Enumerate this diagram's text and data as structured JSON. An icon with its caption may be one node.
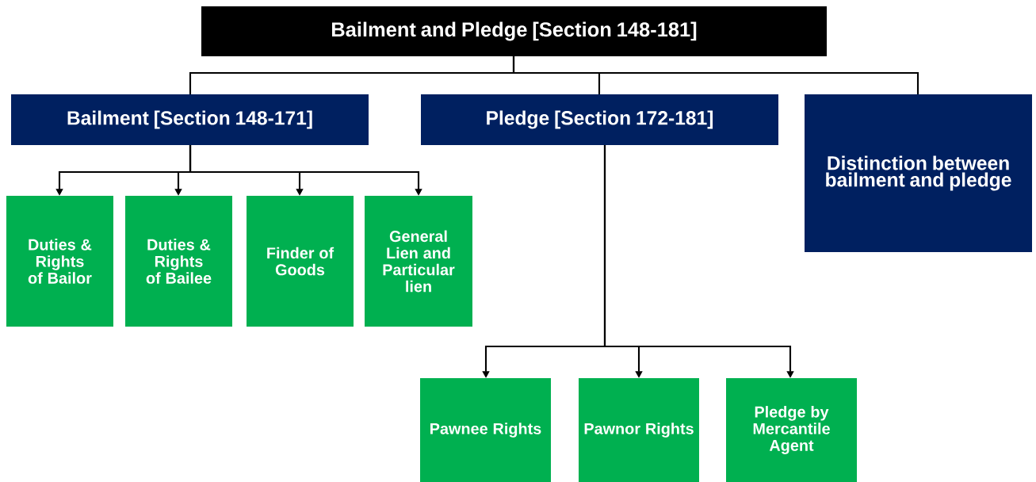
{
  "diagram": {
    "nodes": [
      {
        "text": [
          "Bailment and Pledge [Section 148-181]"
        ]
      },
      {
        "text": [
          "Bailment [Section 148-171]"
        ]
      },
      {
        "text": [
          "Pledge  [Section 172-181]"
        ]
      },
      {
        "text": [
          "Distinction between bailment and pledge"
        ]
      },
      {
        "text": [
          "Duties & Rights of Bailor"
        ]
      },
      {
        "text": [
          "Duties & Rights of Bailee"
        ]
      },
      {
        "text": [
          "Finder of Goods"
        ]
      },
      {
        "text": [
          "General Lien and Particular lien"
        ]
      },
      {
        "text": [
          "Pawnee Rights"
        ]
      },
      {
        "text": [
          "Pawnor Rights"
        ]
      },
      {
        "text": [
          "Pledge by Mercantile Agent"
        ]
      }
    ],
    "edges": [
      {
        "from": 0,
        "to": 1,
        "arrow": "none"
      },
      {
        "from": 0,
        "to": 2,
        "arrow": "none"
      },
      {
        "from": 0,
        "to": 3,
        "arrow": "none"
      },
      {
        "from": 1,
        "to": 4,
        "arrow": "to"
      },
      {
        "from": 1,
        "to": 5,
        "arrow": "to"
      },
      {
        "from": 1,
        "to": 6,
        "arrow": "to"
      },
      {
        "from": 1,
        "to": 7,
        "arrow": "to"
      },
      {
        "from": 2,
        "to": 8,
        "arrow": "to"
      },
      {
        "from": 2,
        "to": 9,
        "arrow": "to"
      },
      {
        "from": 2,
        "to": 10,
        "arrow": "to"
      }
    ]
  }
}
